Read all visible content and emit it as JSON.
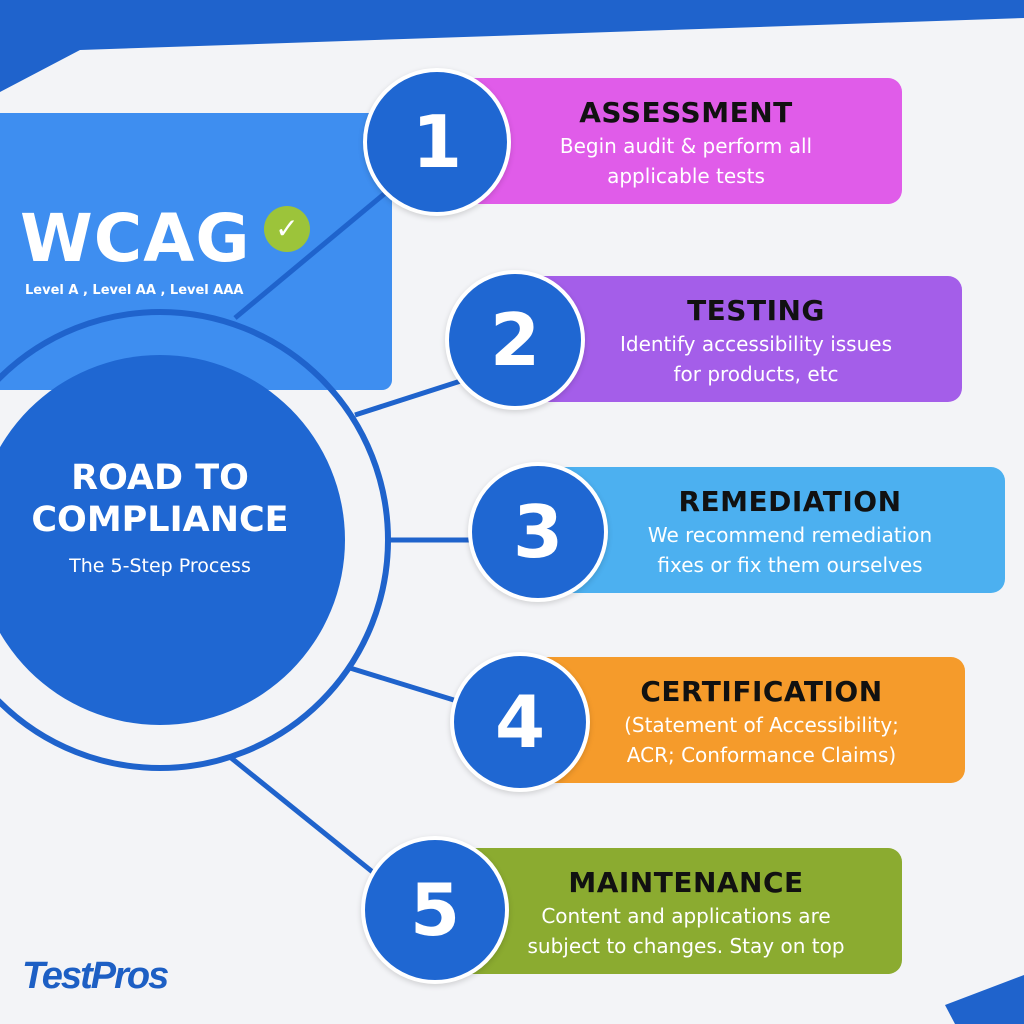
{
  "colors": {
    "brand_blue": "#1f67d2",
    "card_blue": "#3e8ef0",
    "check_green": "#9cc43a"
  },
  "wcag": {
    "title": "WCAG",
    "check_icon": "✓",
    "levels": "Level A , Level AA , Level AAA"
  },
  "center": {
    "title_line1": "ROAD TO",
    "title_line2": "COMPLIANCE",
    "subtitle": "The 5-Step Process"
  },
  "steps": [
    {
      "number": "1",
      "title": "ASSESSMENT",
      "line1": "Begin audit & perform all",
      "line2": "applicable tests",
      "color": "#e05ce9"
    },
    {
      "number": "2",
      "title": "TESTING",
      "line1": "Identify accessibility issues",
      "line2": "for products, etc",
      "color": "#a45ee9"
    },
    {
      "number": "3",
      "title": "REMEDIATION",
      "line1": "We recommend remediation",
      "line2": "fixes  or fix them ourselves",
      "color": "#4cb0f0"
    },
    {
      "number": "4",
      "title": "CERTIFICATION",
      "line1": "(Statement of Accessibility;",
      "line2": "ACR; Conformance Claims)",
      "color": "#f59b2b"
    },
    {
      "number": "5",
      "title": "MAINTENANCE",
      "line1": "Content and applications are",
      "line2": "subject to changes. Stay on top",
      "color": "#8bab30"
    }
  ],
  "logo": {
    "text": "TestPros"
  }
}
